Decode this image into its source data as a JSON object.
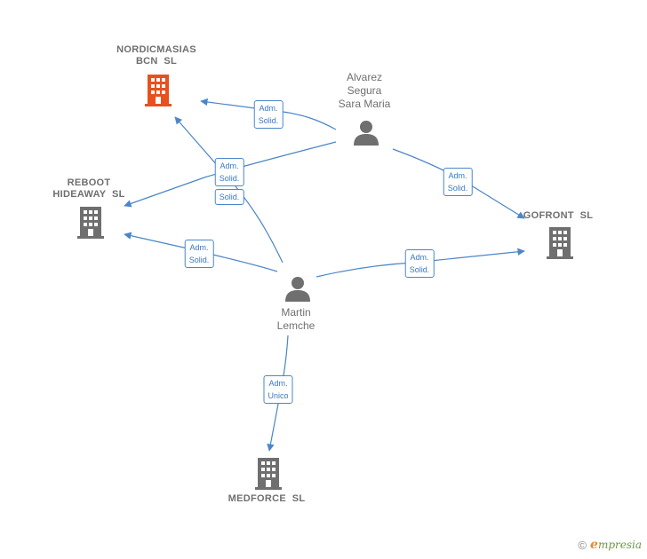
{
  "colors": {
    "edge": "#4a86c8",
    "company": "#6f6f6f",
    "company_highlight": "#e8501e",
    "person": "#6f6f6f"
  },
  "nodes": {
    "nordicmasias": {
      "label": "NORDICMASIAS\nBCN  SL",
      "kind": "company",
      "highlight": true
    },
    "reboot": {
      "label": "REBOOT\nHIDEAWAY  SL",
      "kind": "company"
    },
    "gofront": {
      "label": "GOFRONT  SL",
      "kind": "company"
    },
    "medforce": {
      "label": "MEDFORCE  SL",
      "kind": "company"
    },
    "alvarez": {
      "label": "Alvarez\nSegura\nSara Maria",
      "kind": "person"
    },
    "martin": {
      "label": "Martin\nLemche",
      "kind": "person"
    }
  },
  "edges": [
    {
      "id": "e1",
      "from": "alvarez",
      "to": "nordicmasias",
      "label": "Adm.\nSolid."
    },
    {
      "id": "e2",
      "from": "alvarez",
      "to": "reboot",
      "label": "Adm.\nSolid."
    },
    {
      "id": "e3",
      "from": "alvarez",
      "to": "gofront",
      "label": "Adm.\nSolid."
    },
    {
      "id": "e4",
      "from": "martin",
      "to": "nordicmasias",
      "label": "Solid."
    },
    {
      "id": "e5",
      "from": "martin",
      "to": "reboot",
      "label": "Adm.\nSolid."
    },
    {
      "id": "e6",
      "from": "martin",
      "to": "gofront",
      "label": "Adm.\nSolid."
    },
    {
      "id": "e7",
      "from": "martin",
      "to": "medforce",
      "label": "Adm.\nUnico"
    }
  ],
  "brand": {
    "copyright": "©",
    "e": "e",
    "rest": "mpresia"
  }
}
